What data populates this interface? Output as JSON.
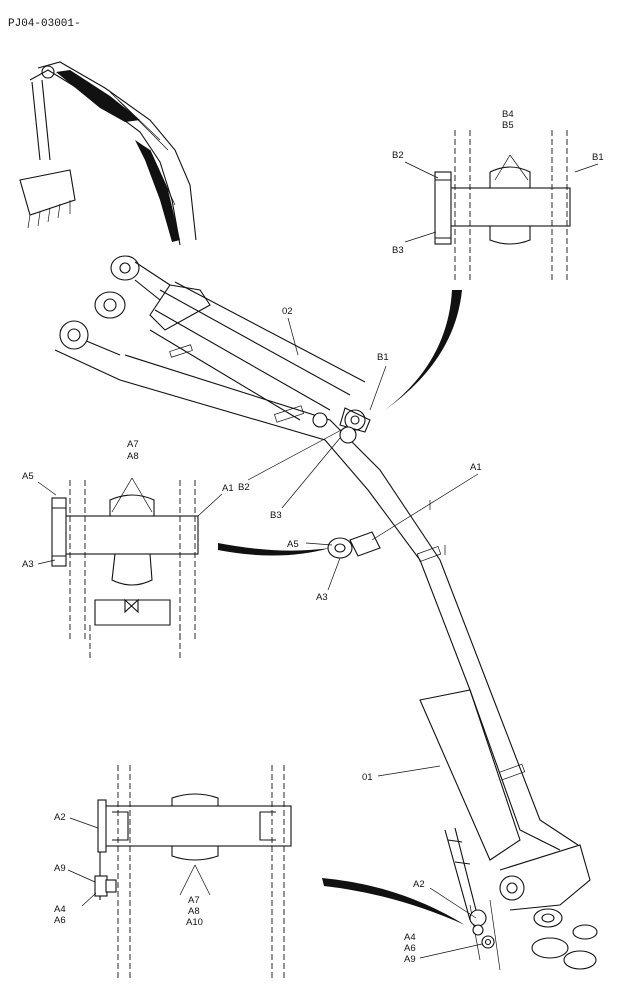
{
  "document_code": "PJ04-03001-",
  "parts": {
    "boom": "01",
    "arm_cylinder": "02"
  },
  "callouts": {
    "A1": "A1",
    "A2": "A2",
    "A3": "A3",
    "A4": "A4",
    "A5": "A5",
    "A6": "A6",
    "A7": "A7",
    "A8": "A8",
    "A9": "A9",
    "A10": "A10",
    "B1": "B1",
    "B2": "B2",
    "B3": "B3",
    "B4": "B4",
    "B5": "B5"
  }
}
